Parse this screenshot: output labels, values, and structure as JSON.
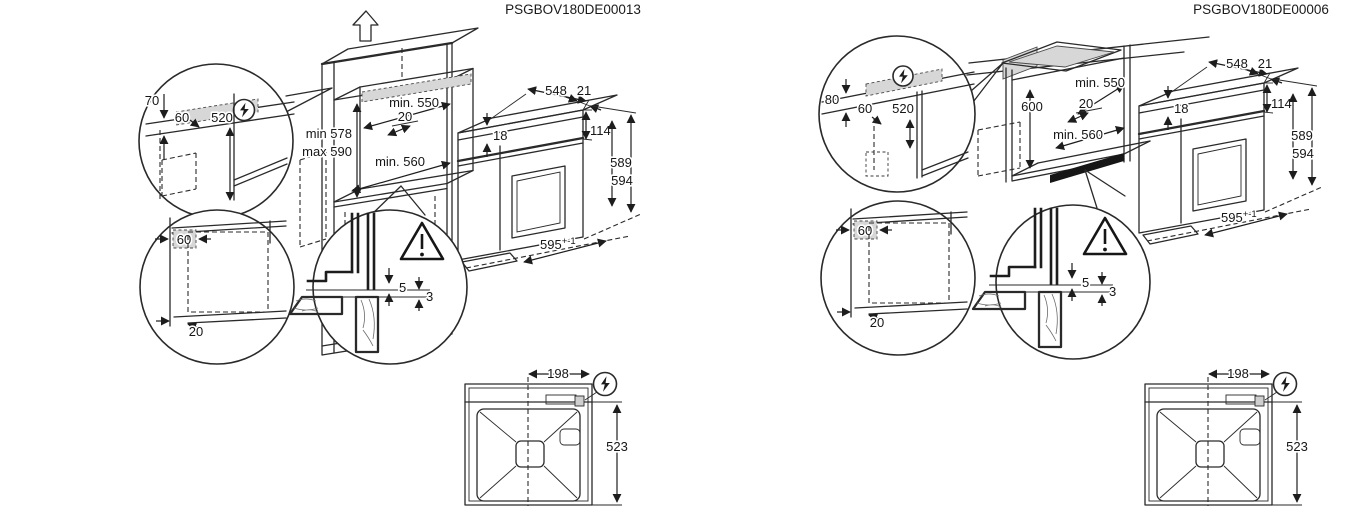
{
  "document": {
    "background": "#ffffff",
    "line_color": "#2a2a2a",
    "shade_color": "#d7d7d7"
  },
  "icons": [
    "power-symbol-icon",
    "warning-triangle-icon",
    "push-in-arrow-icon"
  ],
  "panels": [
    {
      "title": "PSGBOV180DE00013",
      "outlet_detail": {
        "recess_height": "70",
        "inset": "60",
        "drop": "520"
      },
      "niche": {
        "height_min": "min 578",
        "height_max": "max 590",
        "depth_top": "min. 550",
        "top_offset": "20",
        "depth_bottom": "min. 560"
      },
      "oven": {
        "body_depth": "548",
        "front_lip": "21",
        "top_thickness": "18",
        "panel_height": "114",
        "height_body": "589",
        "height_total": "594",
        "width": "595",
        "width_tolerance": "+-1"
      },
      "plan_detail": {
        "side_inset": "60",
        "front_gap": "20"
      },
      "gap_detail": {
        "upper_gap": "5",
        "lower_gap": "3"
      },
      "rear_view": {
        "outlet_offset": "198",
        "height": "523"
      }
    },
    {
      "title": "PSGBOV180DE00006",
      "outlet_detail": {
        "recess_height": "80",
        "inset": "60",
        "drop": "520"
      },
      "niche": {
        "height": "600",
        "depth_top": "min. 550",
        "top_offset": "20",
        "depth_bottom": "min. 560"
      },
      "oven": {
        "body_depth": "548",
        "front_lip": "21",
        "top_thickness": "18",
        "panel_height": "114",
        "height_body": "589",
        "height_total": "594",
        "width": "595",
        "width_tolerance": "+-1"
      },
      "plan_detail": {
        "side_inset": "60",
        "front_gap": "20"
      },
      "gap_detail": {
        "upper_gap": "5",
        "lower_gap": "3"
      },
      "rear_view": {
        "outlet_offset": "198",
        "height": "523"
      }
    }
  ]
}
